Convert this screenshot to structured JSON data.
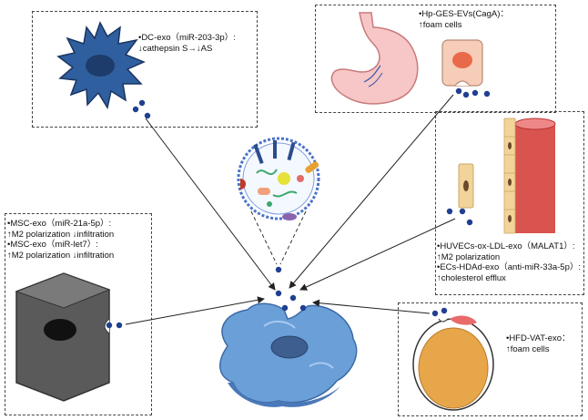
{
  "panels": {
    "dc": {
      "lines": [
        "•DC-exo（miR-203-3p）:",
        "↓cathepsin S→↓AS"
      ]
    },
    "hp": {
      "lines": [
        "•Hp-GES-EVs(CagA)：",
        "↑foam cells"
      ]
    },
    "msc": {
      "lines": [
        "•MSC-exo（miR-21a-5p）:",
        "↑M2 polarization ↓infiltration",
        "•MSC-exo（miR-let7）:",
        "↑M2 polarization ↓infiltration"
      ]
    },
    "huvec": {
      "lines": [
        "•HUVECs-ox-LDL-exo（MALAT1）:",
        "↑M2 polarization",
        "•ECs-HDAd-exo（anti-miR-33a-5p）:",
        "↑cholesterol efflux"
      ]
    },
    "hfd": {
      "lines": [
        "•HFD-VAT-exo：",
        "↑foam cells"
      ]
    }
  },
  "colors": {
    "dc_cell": "#2f5f9e",
    "dot": "#1f3f8f",
    "macrophage": "#6a9fd8",
    "vessel": "#d9534f",
    "stomach": "#f7c6c6",
    "adipocyte": "#e8a64a"
  }
}
